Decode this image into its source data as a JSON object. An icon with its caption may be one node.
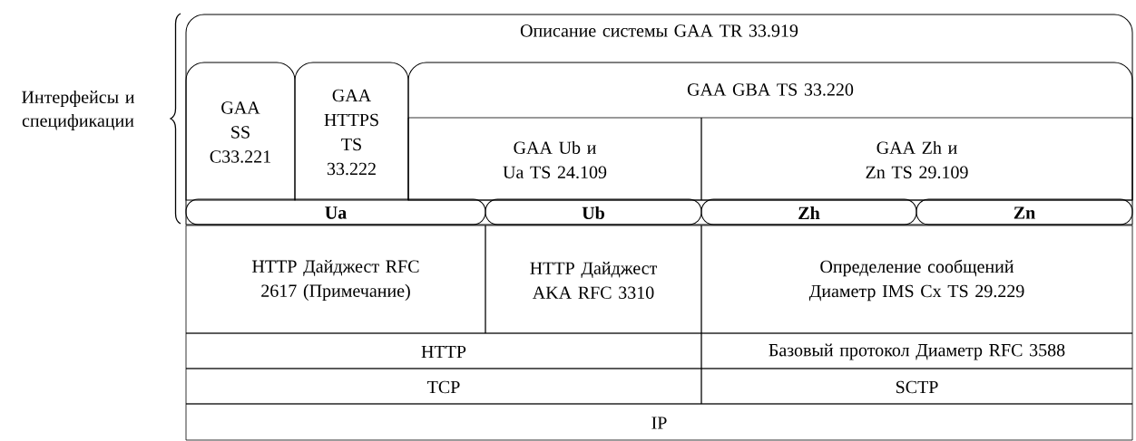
{
  "diagram": {
    "nodes": [
      {
        "text": [
          "Описание системы GAA TR 33.919"
        ]
      },
      {
        "text": [
          "GAA SS C33.221"
        ],
        "in": 0
      },
      {
        "text": [
          "GAA HTTPS TS 33.222"
        ],
        "in": 0
      },
      {
        "text": [
          "GAA GBA TS 33.220"
        ],
        "in": 0
      },
      {
        "text": [
          "GAA Ub и Ua TS 24.109"
        ],
        "in": 3
      },
      {
        "text": [
          "GAA Zh и Zn TS 29.109"
        ],
        "in": 3
      },
      {
        "text": [
          "Ua"
        ],
        "in": 0
      },
      {
        "text": [
          "Ub"
        ],
        "in": 0
      },
      {
        "text": [
          "Zh"
        ],
        "in": 0
      },
      {
        "text": [
          "Zn"
        ],
        "in": 0
      },
      {
        "text": [
          "HTTP Дайджест RFC 2617 (Примечание)"
        ]
      },
      {
        "text": [
          "HTTP Дайджест AKA RFC 3310"
        ]
      },
      {
        "text": [
          "Определение сообщений Диаметр IMS Cx TS 29.229"
        ]
      },
      {
        "text": [
          "HTTP"
        ]
      },
      {
        "text": [
          "Базовый протокол Диаметр RFC 3588"
        ]
      },
      {
        "text": [
          "TCP"
        ]
      },
      {
        "text": [
          "SCTP"
        ]
      },
      {
        "text": [
          "IP"
        ]
      }
    ],
    "labels": [
      "Интерфейсы и спецификации"
    ]
  }
}
